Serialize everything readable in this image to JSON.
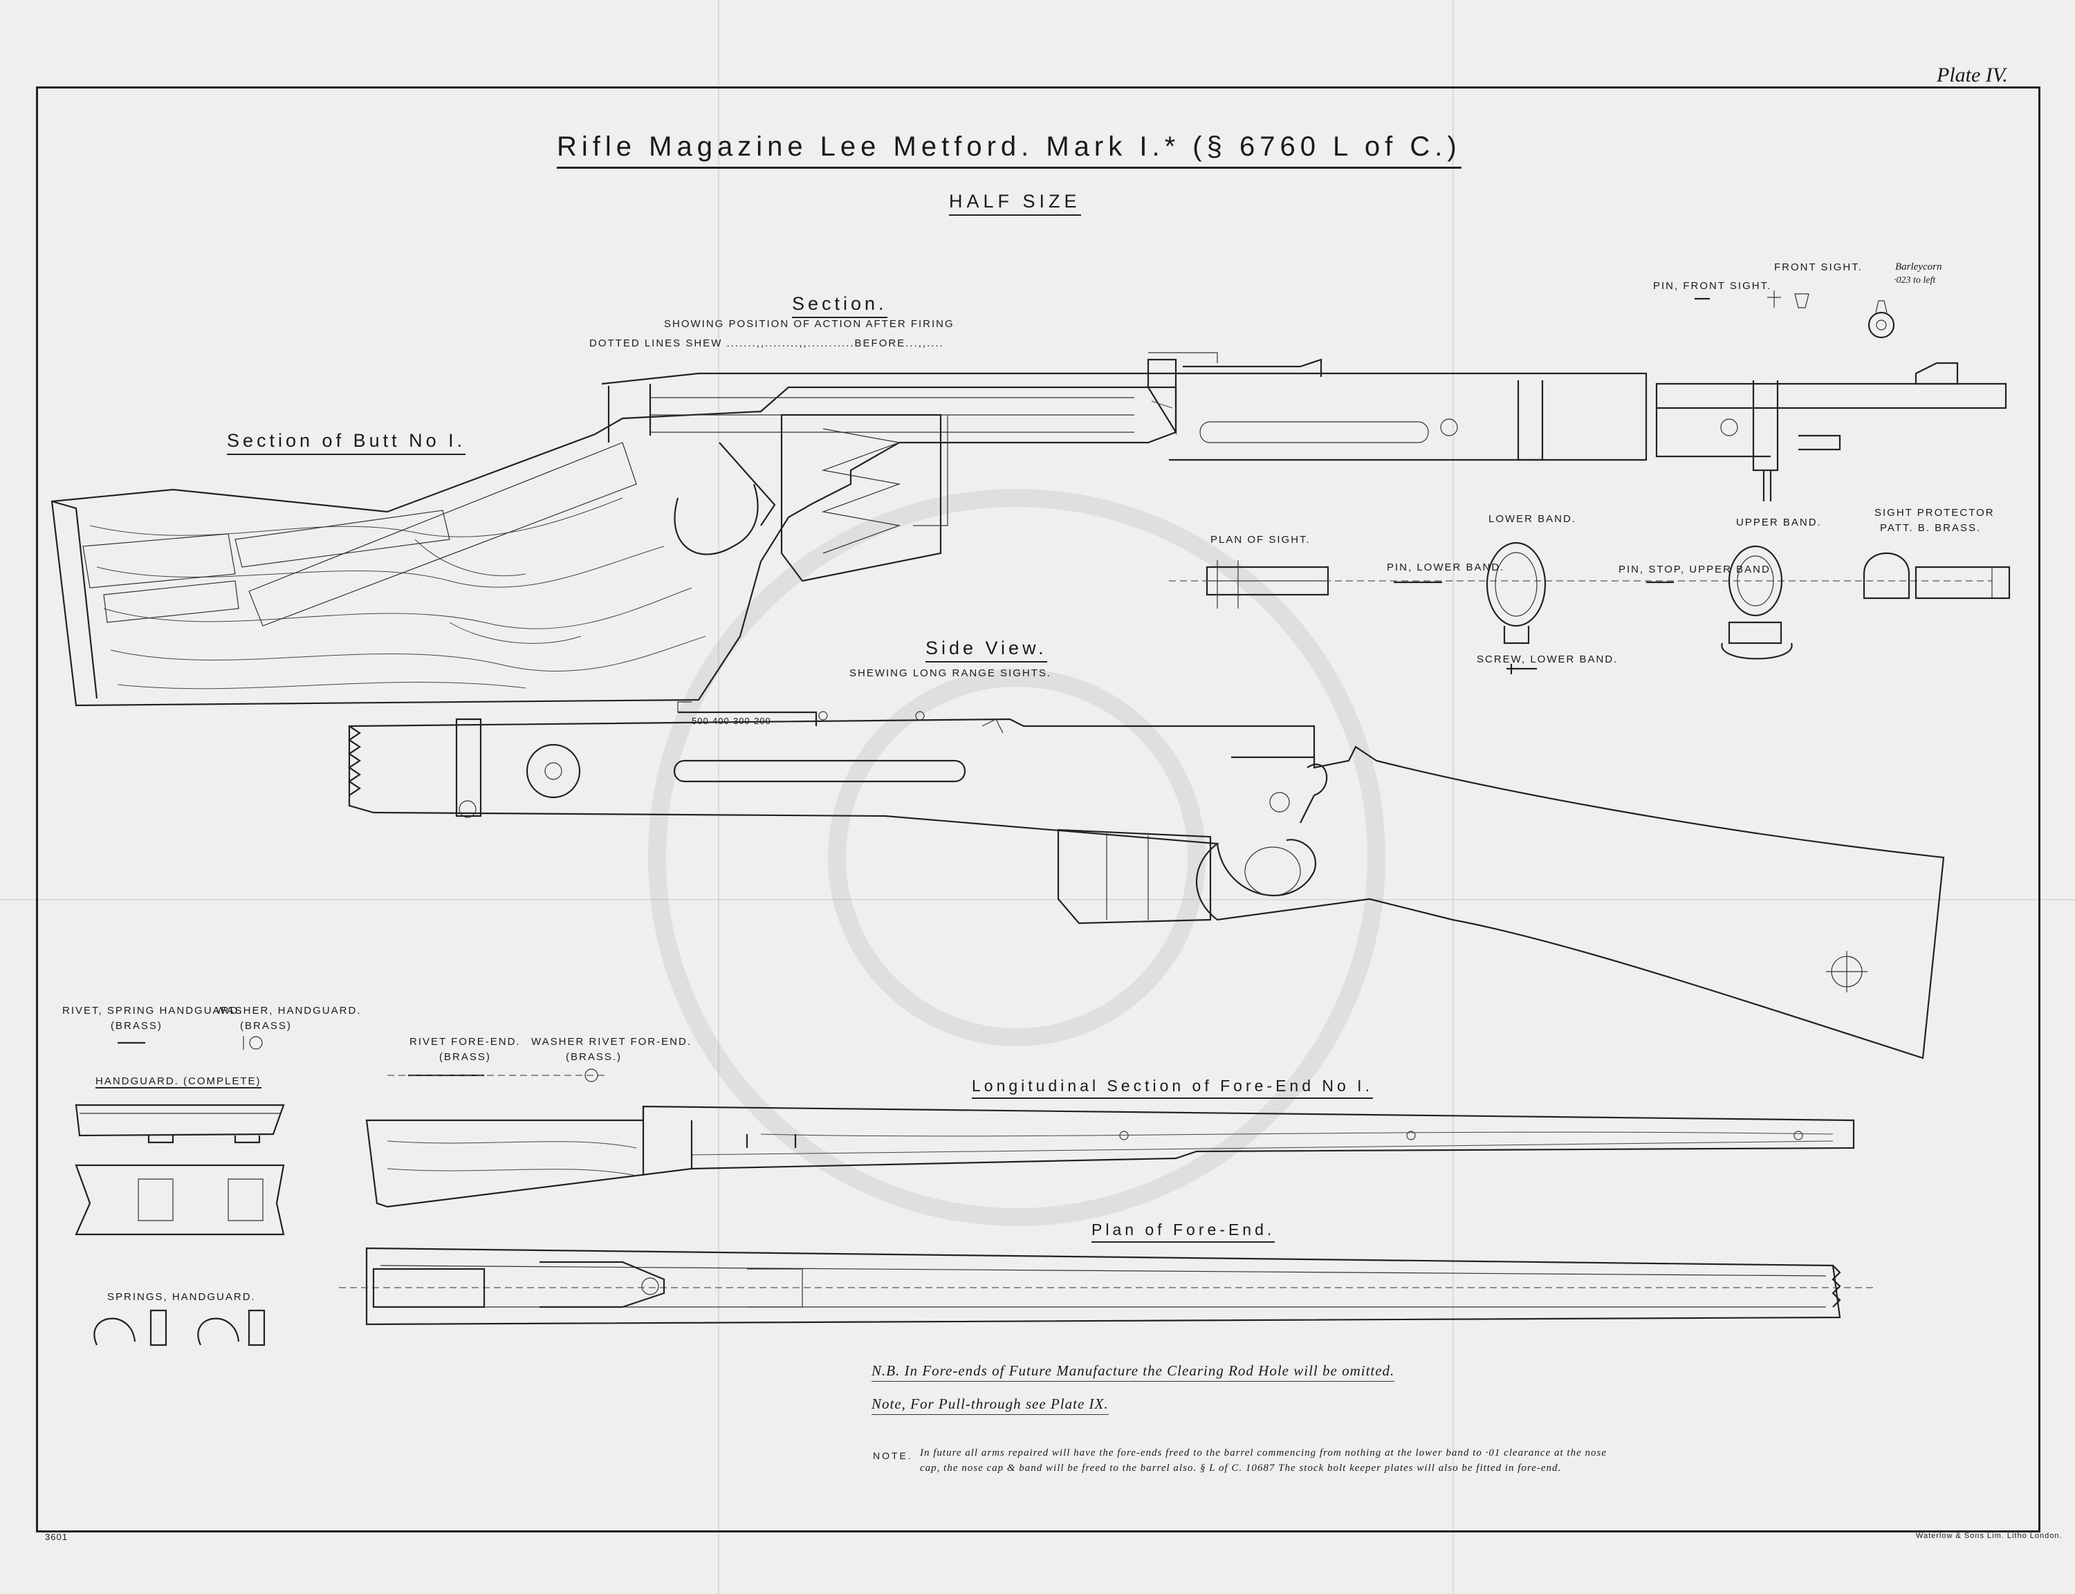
{
  "plate": "Plate IV.",
  "title": "Rifle Magazine Lee  Metford. Mark I.* (§ 6760  L of C.)",
  "subtitle": "HALF SIZE",
  "section": {
    "heading": "Section.",
    "line1": "SHOWING POSITION OF ACTION AFTER FIRING",
    "line2": "DOTTED LINES SHEW .......,,........,,...........BEFORE...,,...."
  },
  "butt_section": "Section of Butt No I.",
  "side_view": {
    "heading": "Side View.",
    "sub": "SHEWING LONG RANGE SIGHTS.",
    "range_marks": [
      "500",
      "400",
      "300",
      "200"
    ]
  },
  "parts": {
    "pin_front_sight": "PIN, FRONT SIGHT.",
    "front_sight": "FRONT SIGHT.",
    "barleycorn": "Barleycorn",
    "barleycorn_note": "·023 to left",
    "plan_of_sight": "PLAN OF SIGHT.",
    "pin_lower_band": "PIN, LOWER BAND.",
    "lower_band": "LOWER BAND.",
    "pin_stop_upper_band": "PIN, STOP, UPPER BAND.",
    "upper_band": "UPPER BAND.",
    "sight_protector": "SIGHT PROTECTOR",
    "sight_protector_patt": "PATT. B. BRASS.",
    "screw_lower_band": "SCREW, LOWER BAND.",
    "rivet_spring_handguard": "RIVET, SPRING HANDGUARD.",
    "brass": "(BRASS)",
    "washer_handguard": "WASHER, HANDGUARD.",
    "brass2": "(BRASS)",
    "handguard_complete": "HANDGUARD. (COMPLETE)",
    "springs_handguard": "SPRINGS, HANDGUARD.",
    "rivet_fore_end": "RIVET FORE-END.",
    "brass3": "(BRASS)",
    "washer_rivet_fore_end": "WASHER RIVET FOR-END.",
    "brass4": "(BRASS.)"
  },
  "long_section": "Longitudinal Section of Fore-End No I.",
  "plan_fore_end": "Plan of Fore-End.",
  "notes": {
    "nb": "N.B. In Fore-ends of Future Manufacture the Clearing Rod Hole will be omitted.",
    "pull": "Note, For Pull-through see Plate IX.",
    "note_label": "NOTE.",
    "note_text": "In future all arms repaired will have the fore-ends freed to the barrel commencing from nothing at the lower band to ·01 clearance at the nose cap, the nose cap & band will be freed to the barrel also. § L of C. 10687 The stock bolt keeper plates will also be fitted in fore-end."
  },
  "footer_left": "3601",
  "footer_right": "Waterlow & Sons Lim. Litho London."
}
